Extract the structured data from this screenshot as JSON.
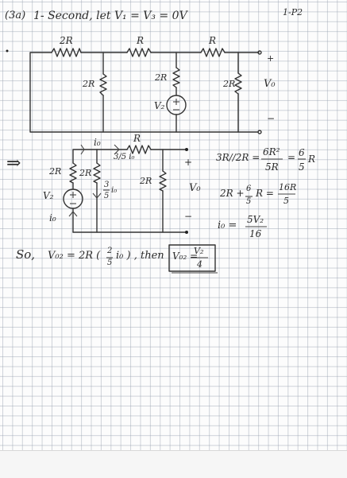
{
  "header": {
    "problem_label": "(3a)",
    "statement": "1- Second, let V₁ = V₃ = 0V",
    "page_tag": "1-P2"
  },
  "circuit1": {
    "top_resistors": [
      "2R",
      "R",
      "R"
    ],
    "shunt_resistors": [
      "2R",
      "2R",
      "2R"
    ],
    "source_label": "V₂",
    "output_label": "V₀",
    "plus": "+",
    "minus": "−"
  },
  "circuit2": {
    "arrow": "⇒",
    "current_top": "i₀",
    "top_resistor": "R",
    "branch_current": "3/5 i₀",
    "left_resistor": "2R",
    "mid_resistor": "2R",
    "mid_current_num": "3",
    "mid_current_den": "5",
    "mid_current_var": "i₀",
    "right_resistor": "2R",
    "source_label": "V₂",
    "source_current": "i₀",
    "output_label": "V₀",
    "plus": "+",
    "minus": "−"
  },
  "equations": {
    "eq1_lhs": "3R//2R =",
    "eq1_num": "6R²",
    "eq1_den": "5R",
    "eq1_rhs_num": "6",
    "eq1_rhs_den": "5",
    "eq1_rhs_var": "R",
    "eq2_lhs": "2R +",
    "eq2_frac_num": "6",
    "eq2_frac_den": "5",
    "eq2_mid": "R =",
    "eq2_num": "16R",
    "eq2_den": "5",
    "eq3_lhs": "i₀ =",
    "eq3_num": "5V₂",
    "eq3_den": "16"
  },
  "conclusion": {
    "prefix": "So,",
    "expr": "V₀₂ = 2R (",
    "frac_num": "2",
    "frac_den": "5",
    "expr_end": "i₀ ) , then",
    "boxed_lhs": "V₀₂ =",
    "boxed_num": "V₂",
    "boxed_den": "4"
  }
}
